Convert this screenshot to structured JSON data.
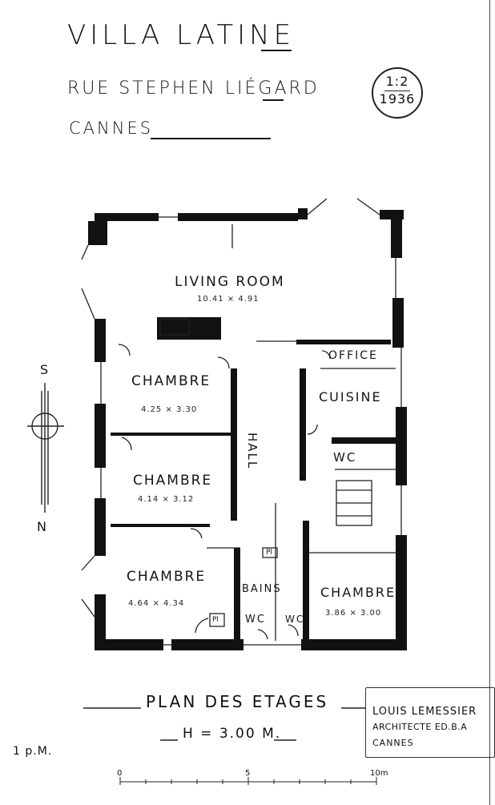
{
  "header": {
    "name": "VILLA LATINE",
    "street": "RUE STEPHEN LIÉGARD",
    "city": "CANNES"
  },
  "stamp": {
    "ratio": "1:2",
    "year": "1936"
  },
  "rooms": {
    "living": {
      "label": "LIVING ROOM",
      "dims": "10.41 × 4.91"
    },
    "office": {
      "label": "OFFICE"
    },
    "cuisine": {
      "label": "CUISINE"
    },
    "chambre1": {
      "label": "CHAMBRE",
      "dims": "4.25 × 3.30"
    },
    "chambre2": {
      "label": "CHAMBRE",
      "dims": "4.14 × 3.12"
    },
    "chambre3": {
      "label": "CHAMBRE",
      "dims": "4.64 × 4.34"
    },
    "chambre4": {
      "label": "CHAMBRE",
      "dims": "3.86 × 3.00"
    },
    "hall": {
      "label": "HALL"
    },
    "wc": {
      "label": "WC"
    },
    "bains": {
      "label": "BAINS"
    },
    "wc2": {
      "label": "WC"
    },
    "wc3": {
      "label": "WC"
    },
    "pl1": {
      "label": "Pl"
    },
    "pl2": {
      "label": "Pl"
    }
  },
  "compass": {
    "south": "S",
    "north": "N"
  },
  "footer": {
    "title": "PLAN DES ETAGES",
    "height": "H = 3.00 M.",
    "note": "1 p.M."
  },
  "architect": {
    "name": "LOUIS LEMESSIER",
    "title": "ARCHITECTE ED.B.A",
    "city": "CANNES"
  },
  "scale": {
    "labels": [
      "0",
      "5",
      "10m"
    ]
  }
}
